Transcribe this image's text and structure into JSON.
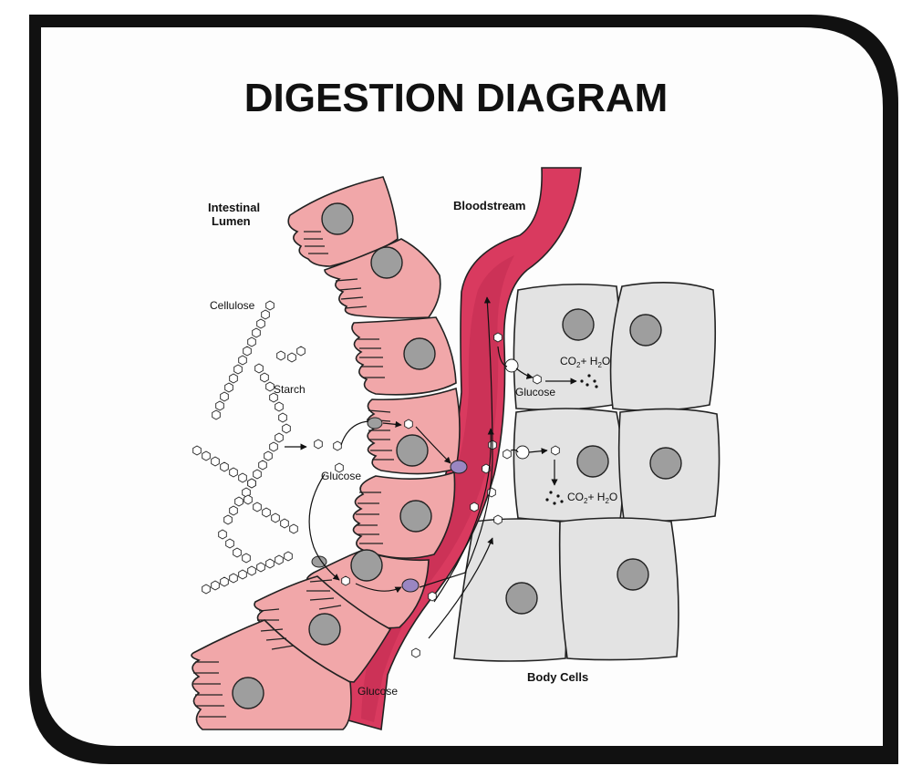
{
  "title": "DIGESTION DIAGRAM",
  "labels": {
    "intestinal_lumen_line1": "Intestinal",
    "intestinal_lumen_line2": "Lumen",
    "bloodstream": "Bloodstream",
    "body_cells": "Body Cells",
    "cellulose": "Cellulose",
    "starch": "Starch",
    "glucose_lumen": "Glucose",
    "glucose_cell": "Glucose",
    "glucose_blood": "Glucose",
    "co2_top": "CO",
    "co2_top_sub": "2",
    "co2_top_plus": "+ H",
    "co2_top_sub2": "2",
    "co2_top_o": "O",
    "co2_bottom": "CO",
    "co2_bottom_sub": "2",
    "co2_bottom_plus": "+ H",
    "co2_bottom_sub2": "2",
    "co2_bottom_o": "O"
  },
  "colors": {
    "frame": "#111111",
    "background": "#fdfdfd",
    "epithelial_cell": "#f1a7a9",
    "nucleus": "#9e9e9e",
    "bloodstream": "#d93a5f",
    "bloodstream_dark": "#c02a4f",
    "body_cell": "#e3e3e3",
    "transporter": "#9a86c2"
  }
}
